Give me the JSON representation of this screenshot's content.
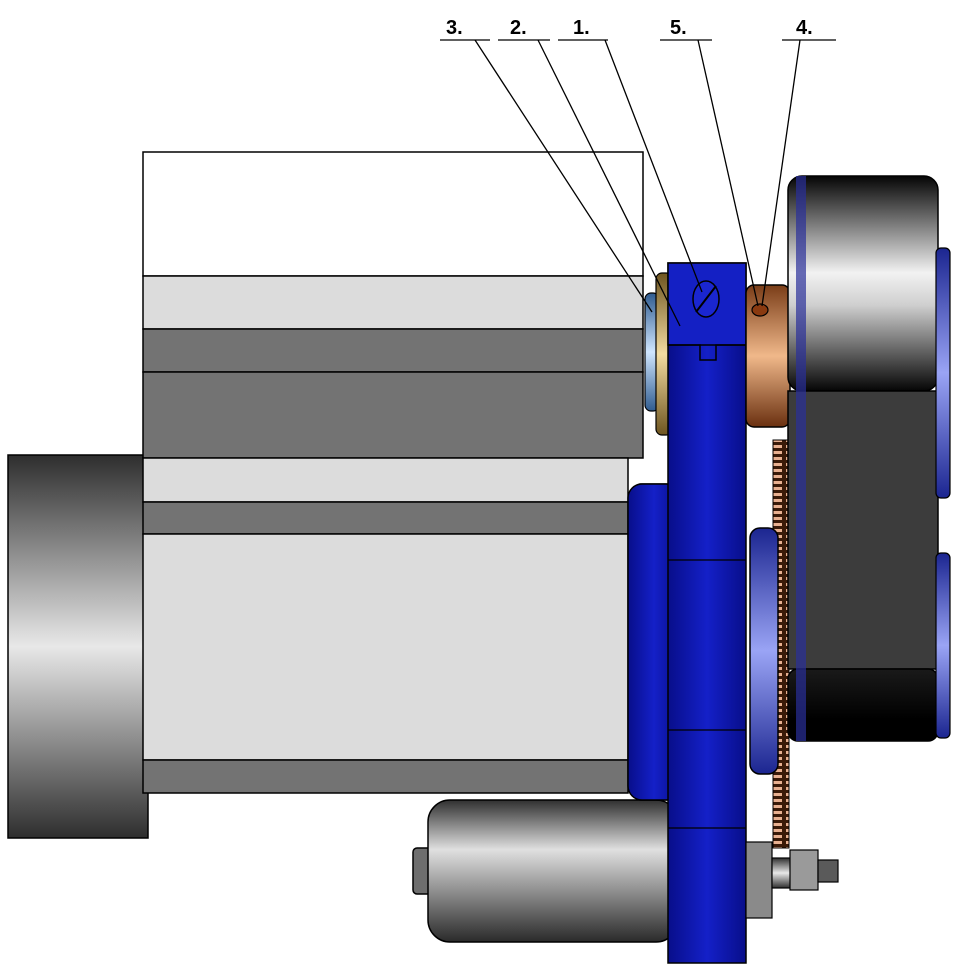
{
  "callouts": [
    {
      "id": "c3",
      "text": "3."
    },
    {
      "id": "c2",
      "text": "2."
    },
    {
      "id": "c1",
      "text": "1."
    },
    {
      "id": "c5",
      "text": "5."
    },
    {
      "id": "c4",
      "text": "4."
    }
  ],
  "colors": {
    "background": "#ffffff",
    "housing_light": "#dcdcdc",
    "housing_dark": "#737373",
    "bracket_blue": "#0a14b4",
    "ring_copper": "#c0703a",
    "ring_gold": "#d8b060",
    "ring_lightblue": "#6aa8e0",
    "pulley_black": "#111111",
    "outline": "#000000"
  }
}
